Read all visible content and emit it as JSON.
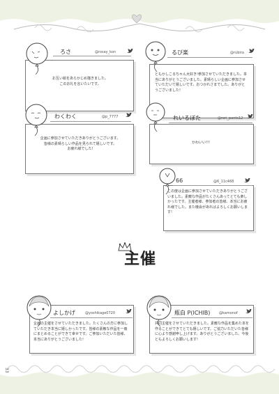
{
  "section_title": "主催",
  "page_number": "33",
  "cards": [
    {
      "name": "ろさ",
      "handle": "@rosay_kon",
      "message": "お互い絵をあらかじめ描きました。\nこのお礼を言いたいです。"
    },
    {
      "name": "るび楽",
      "handle": "@rubira",
      "message": "ともかしこるちゃん大好き!参加させていただきました。本当にありがとうございました。素晴らしい企画に参加させていただいて嬉しいです。おつかれさまでした。ありがとうございました!"
    },
    {
      "name": "わくわく",
      "handle": "@p_7777",
      "message": "企画に参加させていただきありがとうございます。\n皆様の素晴らしい作品を見られて嬉しいです。\nお疲れ様でした!"
    },
    {
      "name": "れいるぼた",
      "handle": "@reri_pants12",
      "message": "かわいい!!!"
    },
    {
      "name": "66",
      "handle": "@6_11c468",
      "message": "この度は企画に参加させていただきありがとうございました。素敵な作品がたくさんあってとても楽しかったです。主催者様、参加者の皆様、本当にお疲れ様でした。また機会があればよろしくお願いします!"
    },
    {
      "name": "よしかげ",
      "handle": "@yoshikage0720",
      "message": "企画の主催をさせていただきました。たくさんの方に参加していただき本当に嬉しかったです。皆様の素敵な作品を一冊にまとめることができて幸せです。ご参加いただいた皆様、本当にありがとうございました!"
    },
    {
      "name": "瓶白 P(ICHIB)",
      "handle": "@kamonof",
      "message": "共同主催をさせていただきました。素敵な作品を集めた本を作ることができてとても嬉しいです。ご協力いただいた皆様に心より感謝申し上げます。ありがとうございました。今後ともよろしくお願いします!"
    }
  ]
}
